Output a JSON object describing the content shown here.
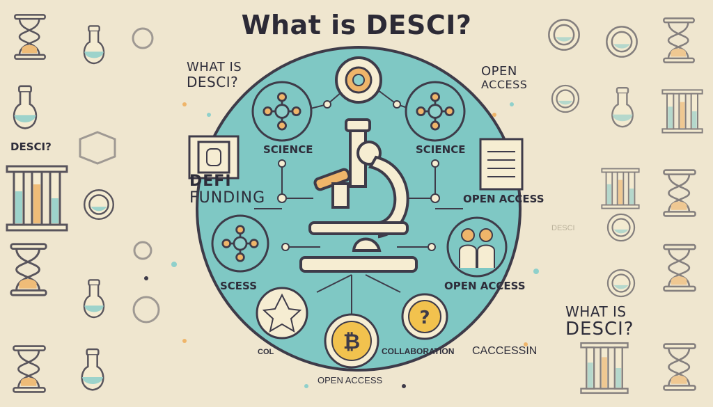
{
  "title": "What is DESCI?",
  "labels": {
    "top_left_question": "WHAT IS",
    "top_left_question_2": "DESCI?",
    "left_desci": "DESCI?",
    "open_access_top": "OPEN",
    "open_access_top_2": "ACCESS",
    "defi": "DEFI",
    "funding": "FUNDING",
    "science_left": "SCIENCE",
    "science_right": "SCIENCE",
    "open_access_right": "OPEN ACCESS",
    "scess": "SCESS",
    "open_access_lower": "OPEN ACCESS",
    "collaboration": "COLLABORATION",
    "caccessin": "CACCESSIN",
    "open_access_bottom": "OPEN ACCESS",
    "col_fragment": "COL",
    "bottom_right_question": "WHAT IS",
    "bottom_right_question_2": "DESCI?",
    "desci_faded": "DESCI"
  },
  "colors": {
    "background": "#efe6cf",
    "circle": "#7fc8c4",
    "circle_edge": "#3e3b49",
    "accent_orange": "#efb56a",
    "accent_teal": "#8fd0cb",
    "ink": "#2e2d3a",
    "cream": "#f6edd2",
    "coin_gold": "#f2c24e"
  },
  "icons": [
    "microscope-icon",
    "molecule-icon",
    "document-icon",
    "people-icon",
    "bitcoin-coin-icon",
    "question-coin-icon",
    "crystal-icon",
    "dna-icon",
    "flask-icon",
    "hourglass-icon",
    "test-tube-rack-icon"
  ]
}
